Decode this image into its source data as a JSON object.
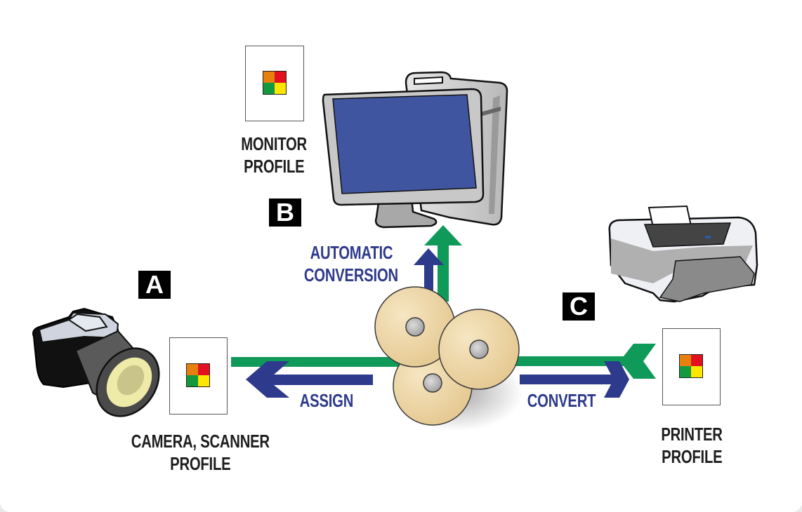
{
  "diagram": {
    "title": "Color management workflow",
    "nodes": {
      "camera": {
        "icon": "camera-icon",
        "label_line1": "CAMERA, SCANNER",
        "label_line2": "PROFILE",
        "badge": "A"
      },
      "monitor": {
        "icon": "computer-icon",
        "label_line1": "MONITOR",
        "label_line2": "PROFILE",
        "badge": "B"
      },
      "printer": {
        "icon": "printer-icon",
        "label_line1": "PRINTER",
        "label_line2": "PROFILE",
        "badge": "C"
      },
      "hub": {
        "icon": "discs-icon"
      }
    },
    "arrows": {
      "assign": "ASSIGN",
      "convert": "CONVERT",
      "automatic_line1": "AUTOMATIC",
      "automatic_line2": "CONVERSION"
    },
    "profile_swatch_colors": [
      "#e8800e",
      "#e3101f",
      "#139a3e",
      "#ffe600"
    ],
    "colors": {
      "green_arrow": "#109a5a",
      "blue_arrow": "#2e3a8c",
      "label_text": "#1e1e1e",
      "disc_fill": "#ecd3a0",
      "screen_blue": "#3f55a0"
    }
  }
}
